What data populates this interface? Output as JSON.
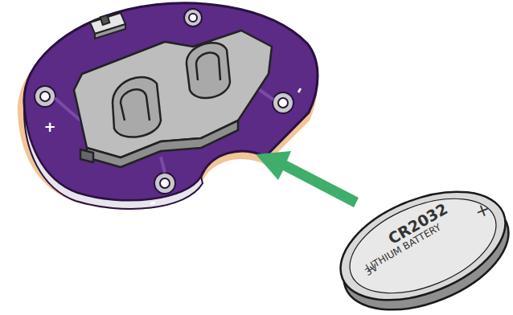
{
  "diagram": {
    "labels": [
      "+",
      "-",
      "-",
      "+",
      "CR2032",
      "LITHIUM BATTERY",
      "3V"
    ]
  }
}
